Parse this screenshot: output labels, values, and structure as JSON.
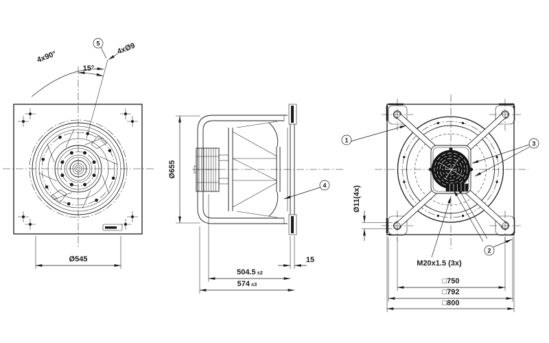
{
  "page": {
    "background": "#ffffff",
    "line_color": "#1a1a1a"
  },
  "front_view": {
    "angle_pattern": "4x90°",
    "angle": "15°",
    "callout": "5",
    "hole_spec": "4xØ9",
    "impeller_diameter": "Ø545"
  },
  "side_view": {
    "ring_diameter": "Ø655",
    "callout": "4",
    "depth": "504.5",
    "depth_tol": "±2",
    "total_depth": "574",
    "total_depth_tol": "±3",
    "plate_offset": "15"
  },
  "rear_view": {
    "callout_housing": "1",
    "callout_bracket": "2",
    "callout_motor": "3",
    "corner_hole": "Ø11(4x)",
    "gland_thread": "M20x1.5 (3x)",
    "square_750": "□750",
    "square_792": "□792",
    "square_800": "□800"
  }
}
